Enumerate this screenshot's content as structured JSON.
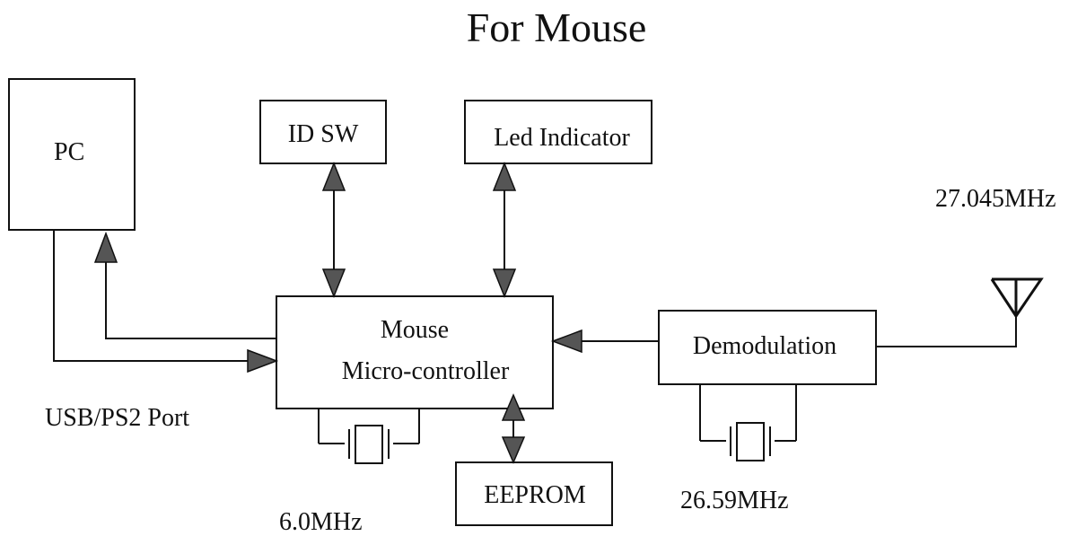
{
  "title": "For Mouse",
  "blocks": {
    "pc": "PC",
    "id_sw": "ID SW",
    "led_indicator": "Led Indicator",
    "mcu_line1": "Mouse",
    "mcu_line2": "Micro-controller",
    "demodulation": "Demodulation",
    "eeprom": "EEPROM"
  },
  "labels": {
    "port": "USB/PS2 Port",
    "crystal_mcu": "6.0MHz",
    "crystal_demod": "26.59MHz",
    "antenna_freq": "27.045MHz"
  },
  "colors": {
    "line": "#111111",
    "arrowhead": "#555555"
  }
}
